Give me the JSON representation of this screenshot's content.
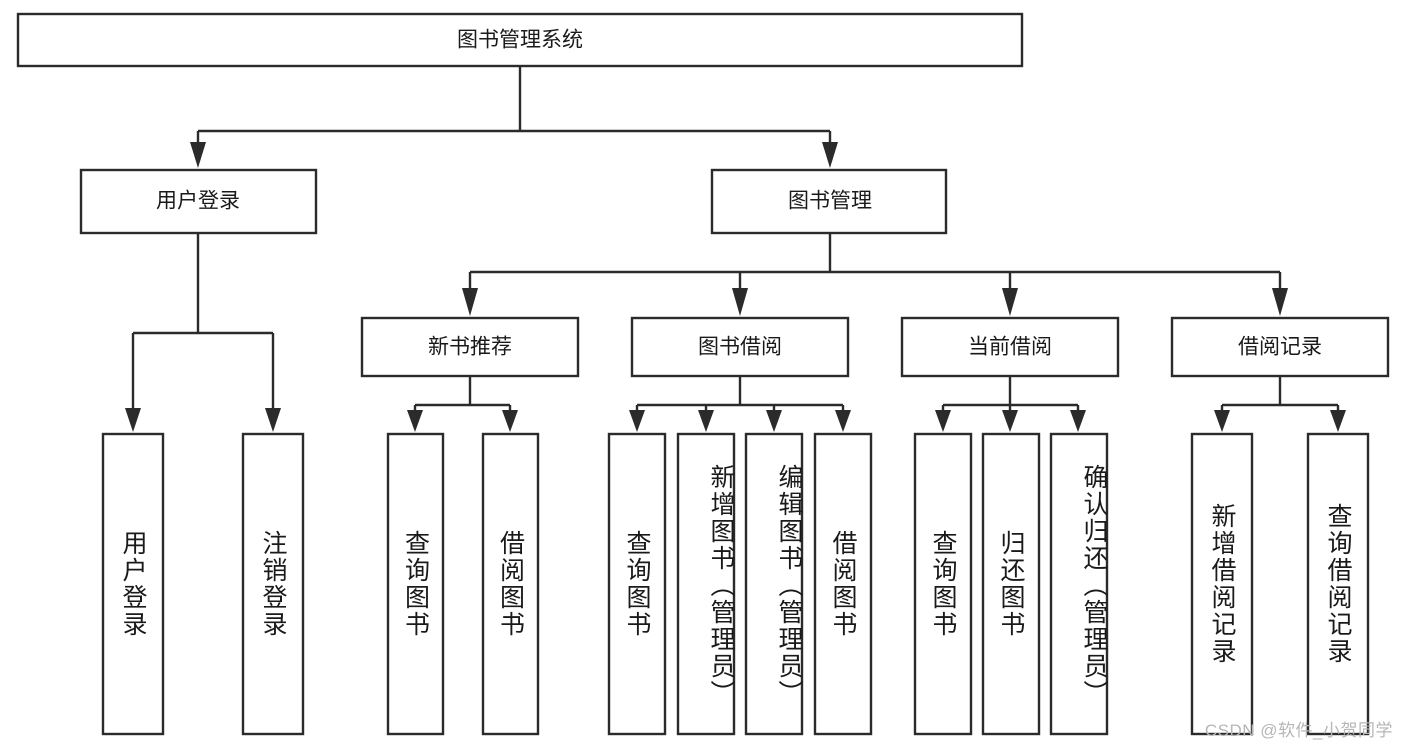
{
  "diagram": {
    "type": "tree",
    "title": "图书管理系统",
    "root": {
      "label": "图书管理系统"
    },
    "level2": [
      {
        "label": "用户登录"
      },
      {
        "label": "图书管理"
      }
    ],
    "level3": [
      {
        "label": "新书推荐"
      },
      {
        "label": "图书借阅"
      },
      {
        "label": "当前借阅"
      },
      {
        "label": "借阅记录"
      }
    ],
    "leaves": {
      "user_login": [
        {
          "label": "用户登录"
        },
        {
          "label": "注销登录"
        }
      ],
      "new_book_recommend": [
        {
          "label": "查询图书"
        },
        {
          "label": "借阅图书"
        }
      ],
      "book_borrow": [
        {
          "label": "查询图书"
        },
        {
          "label": "新增图书（管理员）"
        },
        {
          "label": "编辑图书（管理员）"
        },
        {
          "label": "借阅图书"
        }
      ],
      "current_borrow": [
        {
          "label": "查询图书"
        },
        {
          "label": "归还图书"
        },
        {
          "label": "确认归还（管理员）"
        }
      ],
      "borrow_record": [
        {
          "label": "新增借阅记录"
        },
        {
          "label": "查询借阅记录"
        }
      ]
    }
  },
  "watermark": {
    "text": "CSDN @软件_小贺同学"
  },
  "colors": {
    "stroke": "#2b2b2b",
    "box_fill": "#ffffff",
    "text": "#1a1a1a",
    "watermark": "#b6b6b6",
    "background": "#ffffff"
  }
}
